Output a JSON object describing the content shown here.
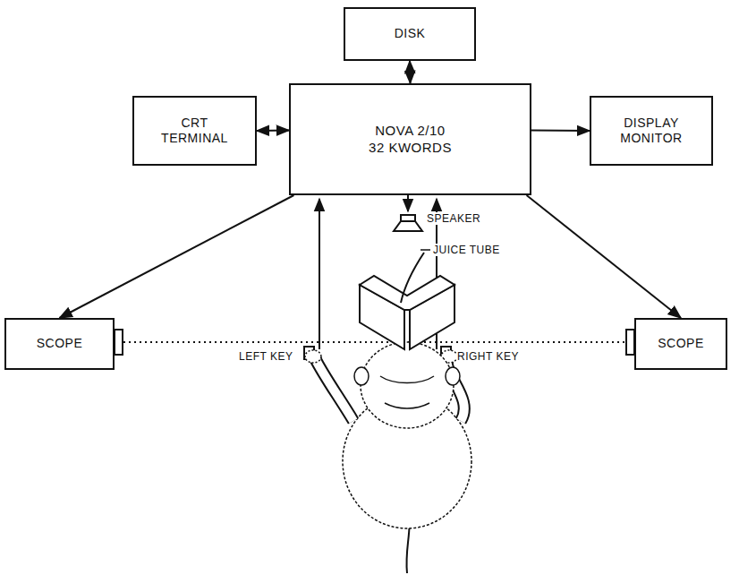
{
  "diagram": {
    "nodes": [
      {
        "text": [
          "DISK"
        ]
      },
      {
        "text": [
          "CRT TERMINAL"
        ]
      },
      {
        "text": [
          "NOVA 2/10 32 KWORDS"
        ]
      },
      {
        "text": [
          "DISPLAY MONITOR"
        ]
      },
      {
        "text": [
          "SCOPE"
        ]
      },
      {
        "text": [
          "SCOPE"
        ]
      }
    ],
    "edges": [
      {
        "from": 0,
        "to": 2,
        "arrow": "both"
      },
      {
        "from": 1,
        "to": 2,
        "arrow": "both"
      },
      {
        "from": 2,
        "to": 3,
        "arrow": "to"
      },
      {
        "from": 2,
        "to": 4,
        "arrow": "to"
      },
      {
        "from": 2,
        "to": 5,
        "arrow": "to"
      }
    ],
    "labels": [
      "SPEAKER",
      "JUICE TUBE",
      "LEFT KEY",
      "RIGHT KEY"
    ]
  }
}
